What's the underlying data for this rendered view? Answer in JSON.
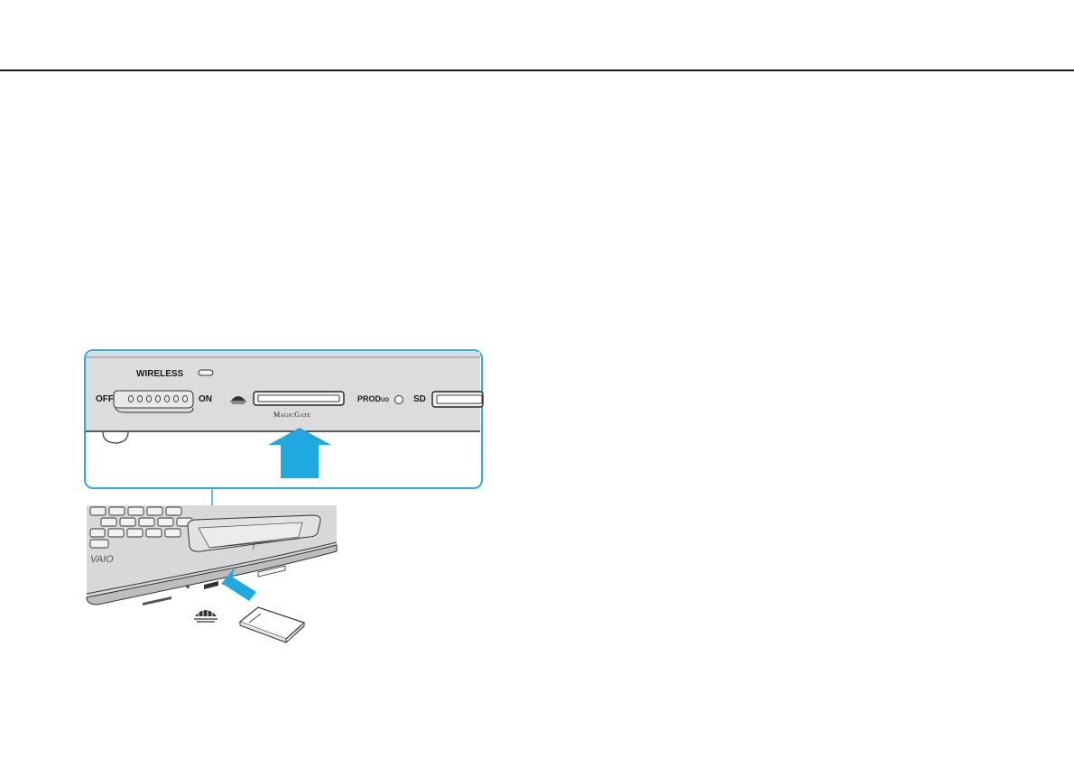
{
  "figure": {
    "labels": {
      "wireless": "WIRELESS",
      "off": "OFF",
      "on": "ON",
      "magicgate": "MagicGate",
      "produo": "PRODuo",
      "sd": "SD"
    },
    "icons": [
      "memory-stick-logo-icon",
      "insert-arrow-icon",
      "memory-stick-card-icon"
    ],
    "colors": {
      "callout": "#29aee3",
      "arrow": "#1fa9e1",
      "panel": "#dcdcdc",
      "laptop": "#cfcfcf"
    }
  }
}
